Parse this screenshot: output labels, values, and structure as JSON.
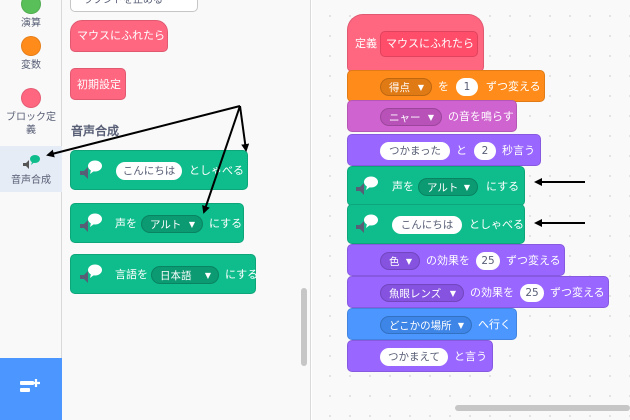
{
  "categories": [
    {
      "label": "演算",
      "color": "#59c059"
    },
    {
      "label": "変数",
      "color": "#ff8c1a"
    },
    {
      "label": "ブロック定義",
      "color": "#ff6680"
    },
    {
      "label": "音声合成",
      "color": "#0fbd8c"
    }
  ],
  "palette": {
    "top_partial_label": "ラブンドを止める",
    "hat_block": "マウスにふれたら",
    "init_block": "初期設定",
    "section_title": "音声合成",
    "speak": {
      "text": "こんにちは",
      "suffix": "としゃべる"
    },
    "voice": {
      "prefix": "声を",
      "value": "アルト",
      "suffix": "にする"
    },
    "language": {
      "prefix": "言語を",
      "value": "日本語",
      "suffix": "にする"
    }
  },
  "script": {
    "define_label": "定義",
    "define_name": "マウスにふれたら",
    "var_change": {
      "var": "得点",
      "mid": "を",
      "value": "1",
      "suffix": "ずつ変える"
    },
    "sound": {
      "value": "ニャー",
      "suffix": "の音を鳴らす"
    },
    "say_for": {
      "text": "つかまった",
      "mid": "と",
      "secs": "2",
      "suffix": "秒言う"
    },
    "voice": {
      "prefix": "声を",
      "value": "アルト",
      "suffix": "にする"
    },
    "speak": {
      "text": "こんにちは",
      "suffix": "としゃべる"
    },
    "effect1": {
      "effect": "色",
      "mid": "の効果を",
      "value": "25",
      "suffix": "ずつ変える"
    },
    "effect2": {
      "effect": "魚眼レンズ",
      "mid": "の効果を",
      "value": "25",
      "suffix": "ずつ変える"
    },
    "goto": {
      "value": "どこかの場所",
      "suffix": "へ行く"
    },
    "say": {
      "text": "つかまえて",
      "suffix": "と言う"
    }
  },
  "colors": {
    "text_to_speech": "#0fbd8c",
    "looks": "#9966ff",
    "sound": "#cf63cf",
    "variables": "#ff8c1a",
    "my_blocks": "#ff6680",
    "motion": "#4c97ff"
  }
}
